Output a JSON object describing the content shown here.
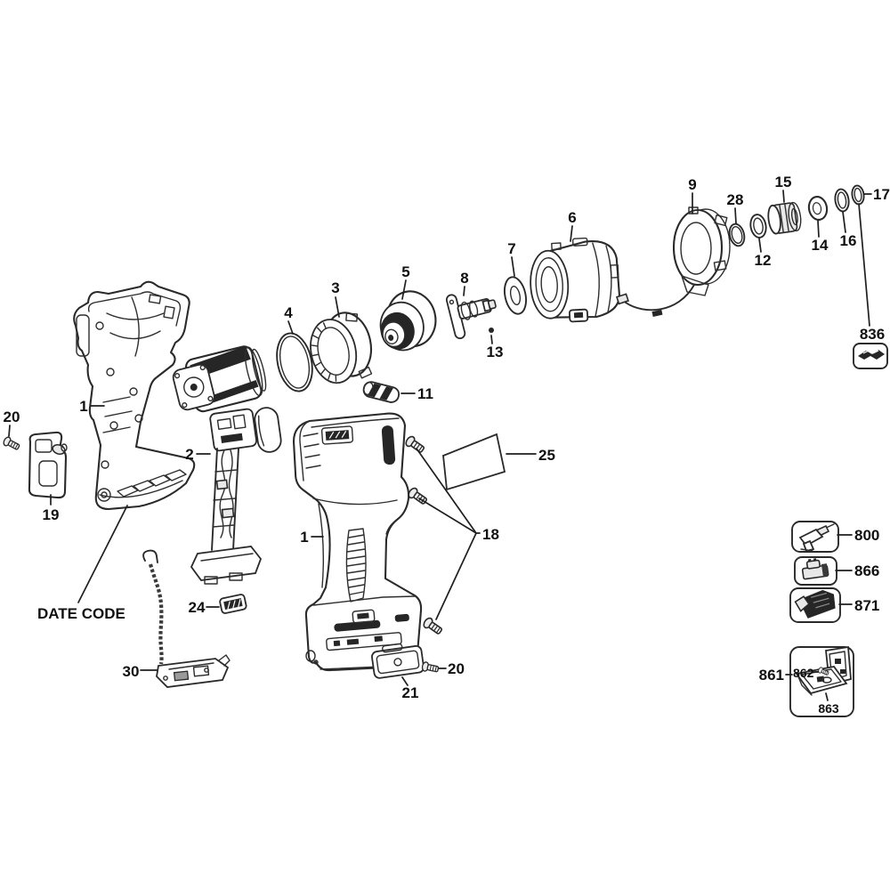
{
  "diagram": {
    "background": "#ffffff",
    "ink": "#242424",
    "label_ink": "#101010",
    "date_code": "DATE CODE",
    "callouts": {
      "housing": "1",
      "motor": "2",
      "ring_gear": "3",
      "oring4": "4",
      "hammer": "5",
      "gear_case": "6",
      "washer7": "7",
      "chuck8": "8",
      "ring9": "9",
      "clip11": "11",
      "ring12": "12",
      "ball13": "13",
      "bearing14": "14",
      "bushing15": "15",
      "oring16": "16",
      "oring17": "17",
      "screws18": "18",
      "belt_hook19": "19",
      "screw20_left": "20",
      "screw20_right": "20",
      "end_cap21": "21",
      "clip24": "24",
      "label25": "25",
      "oring28": "28",
      "lead30": "30",
      "tool1": "1",
      "clip836": "836",
      "bare_unit800": "800",
      "battery866": "866",
      "battery871": "871",
      "kit_box861": "861",
      "screw862": "862",
      "tray863": "863"
    }
  }
}
